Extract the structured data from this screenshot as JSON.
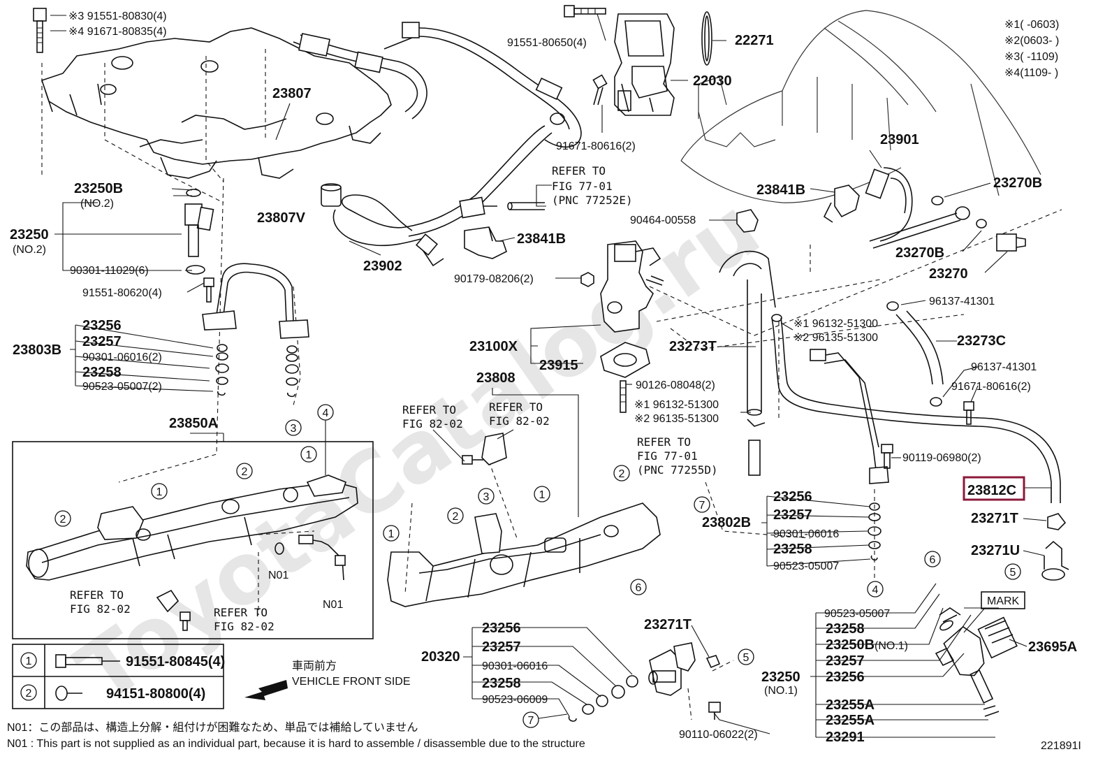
{
  "watermark": "ToyotaCatalog.ru",
  "range_notes": [
    "※1(    -0603)",
    "※2(0603-    )",
    "※3(    -1109)",
    "※4(1109-    )"
  ],
  "labels": {
    "p91551_80830": "※3 91551-80830(4)",
    "p91671_80835": "※4 91671-80835(4)",
    "p23807": "23807",
    "p23807V": "23807V",
    "p23250B_top": "23250B",
    "p23250B_top_sub": "(NO.2)",
    "p23250_top": "23250",
    "p23250_top_sub": "(NO.2)",
    "p90301_11029": "90301-11029(6)",
    "p91551_80620": "91551-80620(4)",
    "p23803B": "23803B",
    "p23256_l": "23256",
    "p23257_l": "23257",
    "p90301_06016_l": "90301-06016(2)",
    "p23258_l": "23258",
    "p90523_05007_l": "90523-05007(2)",
    "p23850A": "23850A",
    "p91551_80650": "91551-80650(4)",
    "p22271": "22271",
    "p22030": "22030",
    "p91671_80616_top": "91671-80616(2)",
    "refer_7701_a1": "REFER TO",
    "refer_7701_a2": "FIG 77-01",
    "refer_7701_a3": "(PNC 77252E)",
    "p23902": "23902",
    "p23841B_mid": "23841B",
    "p90179_08206": "90179-08206(2)",
    "p23100X": "23100X",
    "p23915": "23915",
    "p23808": "23808",
    "refer_8202_a1": "REFER TO",
    "refer_8202_a2": "FIG 82-02",
    "refer_8202_b1": "REFER TO",
    "refer_8202_b2": "FIG 82-02",
    "p90126_08048": "90126-08048(2)",
    "p96132_51300_b": "※1 96132-51300",
    "p96135_51300_b": "※2 96135-51300",
    "refer_7701_b1": "REFER TO",
    "refer_7701_b2": "FIG 77-01",
    "refer_7701_b3": "(PNC 77255D)",
    "p23901": "23901",
    "p23841B_right": "23841B",
    "p23270B_a": "23270B",
    "p23270B_b": "23270B",
    "p23270": "23270",
    "p90464_00558": "90464-00558",
    "p96137_41301_a": "96137-41301",
    "p96132_51300_a": "※1 96132-51300",
    "p96135_51300_a": "※2 96135-51300",
    "p23273C": "23273C",
    "p23273T": "23273T",
    "p96137_41301_b": "96137-41301",
    "p91671_80616_right": "91671-80616(2)",
    "p90119_06980": "90119-06980(2)",
    "p23812C": "23812C",
    "p23271T_r": "23271T",
    "p23271U": "23271U",
    "p23802B": "23802B",
    "p23256_m": "23256",
    "p23257_m": "23257",
    "p90301_06016_m": "90301-06016",
    "p23258_m": "23258",
    "p90523_05007_m": "90523-05007",
    "refer_8202_c1": "REFER TO",
    "refer_8202_c2": "FIG 82-02",
    "refer_8202_d1": "REFER TO",
    "refer_8202_d2": "FIG 82-02",
    "n01_a": "N01",
    "n01_b": "N01",
    "p20320": "20320",
    "p23256_b": "23256",
    "p23257_b": "23257",
    "p90301_06016_b": "90301-06016",
    "p23258_b": "23258",
    "p90523_06009": "90523-06009",
    "p23271T_b": "23271T",
    "p90110_06022": "90110-06022(2)",
    "p90523_05007_r": "90523-05007",
    "p23258_r": "23258",
    "p23250B_r": "23250B",
    "p23250B_r_sub": "(NO.1)",
    "p23257_r": "23257",
    "p23256_r": "23256",
    "p23250_r": "23250",
    "p23250_r_sub": "(NO.1)",
    "p23255A_a": "23255A",
    "p23255A_b": "23255A",
    "p23291": "23291",
    "p23695A": "23695A",
    "mark": "MARK",
    "vehicle_jp": "車両前方",
    "vehicle_en": "VEHICLE FRONT SIDE",
    "note_jp": "N01：この部品は、構造上分解・組付けが困難なため、単品では補給していません",
    "note_en": "N01 : This part is not supplied as an individual part, because it is hard to assemble / disassemble due to the structure",
    "figure_id": "221891I"
  },
  "legend_table": {
    "rows": [
      {
        "key": "1",
        "part": "91551-80845(4)"
      },
      {
        "key": "2",
        "part": "94151-80800(4)"
      }
    ]
  },
  "callouts": [
    "1",
    "2",
    "3",
    "4",
    "5",
    "6",
    "7"
  ],
  "highlight_color": "#8b1a3a"
}
